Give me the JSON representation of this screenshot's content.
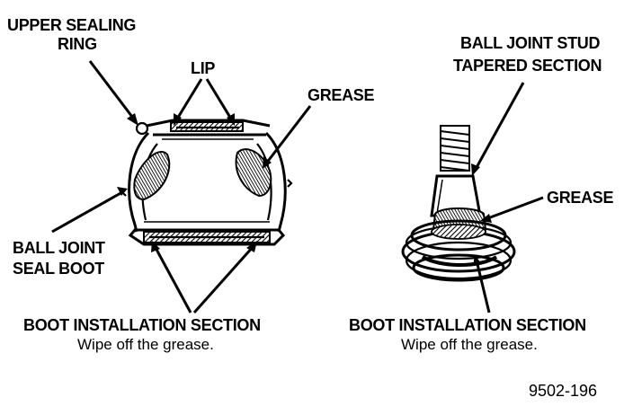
{
  "labels": {
    "upper_sealing_ring": [
      "UPPER SEALING",
      "RING"
    ],
    "lip": "LIP",
    "grease_left": "GREASE",
    "ball_joint_seal_boot": [
      "BALL JOINT",
      "SEAL BOOT"
    ],
    "boot_installation_left": [
      "BOOT INSTALLATION SECTION",
      "Wipe off the grease."
    ],
    "ball_joint_stud": [
      "BALL JOINT STUD",
      "TAPERED SECTION"
    ],
    "grease_right": "GREASE",
    "boot_installation_right": [
      "BOOT INSTALLATION SECTION",
      "Wipe off the grease."
    ],
    "figure_code": "9502-196"
  },
  "colors": {
    "ink": "#000000",
    "paper": "#ffffff"
  }
}
